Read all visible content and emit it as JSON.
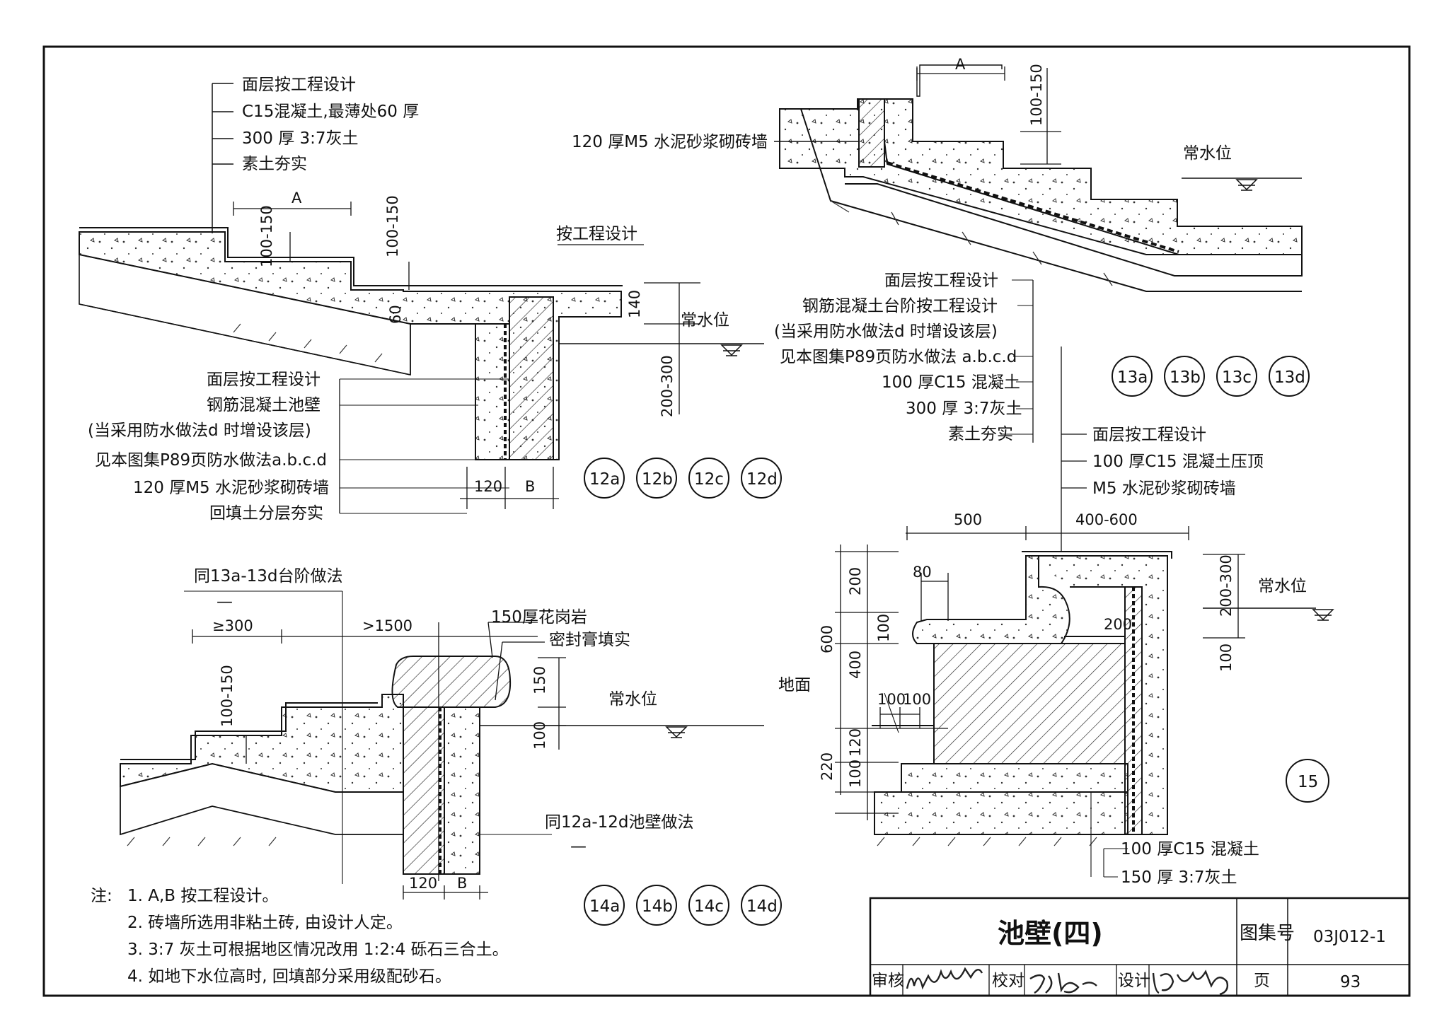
{
  "detail_12": {
    "layers_top": [
      "面层按工程设计",
      "C15混凝土,最薄处60 厚",
      "300 厚 3:7灰土",
      "素土夯实"
    ],
    "dim_A": "A",
    "dim_step_h1": "100-150",
    "dim_step_h2": "100-150",
    "dim_60": "60",
    "coping_note": "按工程设计",
    "dim_140": "140",
    "water_level": "常水位",
    "dim_200_300": "200-300",
    "layers_wall": [
      "面层按工程设计",
      "钢筋混凝土池壁",
      "(当采用防水做法d 时增设该层)",
      "见本图集P89页防水做法a.b.c.d",
      "120 厚M5 水泥砂浆砌砖墙",
      "回填土分层夯实"
    ],
    "dim_120": "120",
    "dim_B": "B",
    "callouts": [
      "12a",
      "12b",
      "12c",
      "12d"
    ]
  },
  "detail_13": {
    "dim_A": "A",
    "dim_100_150": "100-150",
    "brick_wall": "120 厚M5 水泥砂浆砌砖墙",
    "water_level": "常水位",
    "layers": [
      "面层按工程设计",
      "钢筋混凝土台阶按工程设计",
      "(当采用防水做法d 时增设该层)",
      "见本图集P89页防水做法 a.b.c.d",
      "100 厚C15 混凝土",
      "300 厚 3:7灰土",
      "素土夯实"
    ],
    "callouts": [
      "13a",
      "13b",
      "13c",
      "13d"
    ]
  },
  "detail_14": {
    "same_steps": "同13a-13d台阶做法",
    "same_steps_sub": "—",
    "dim_300": "≥300",
    "dim_1500": ">1500",
    "granite": "150厚花岗岩",
    "sealant": "密封膏填实",
    "dim_100_150": "100-150",
    "dim_150": "150",
    "water_level": "常水位",
    "dim_100": "100",
    "same_wall": "同12a-12d池壁做法",
    "same_wall_sub": "—",
    "dim_120": "120",
    "dim_B": "B",
    "callouts": [
      "14a",
      "14b",
      "14c",
      "14d"
    ]
  },
  "detail_15": {
    "layers_top": [
      "面层按工程设计",
      "100 厚C15 混凝土压顶",
      "M5 水泥砂浆砌砖墙"
    ],
    "dim_500": "500",
    "dim_400_600": "400-600",
    "dim_80": "80",
    "dim_200_top": "200",
    "dim_200_300": "200-300",
    "water_level": "常水位",
    "dim_100_r": "100",
    "dim_600": "600",
    "dim_200": "200",
    "dim_100_a": "100",
    "dim_400": "400",
    "ground": "地面",
    "dim_100_b": "100",
    "dim_100_c": "100",
    "dim_220": "220",
    "dim_120": "120",
    "dim_100_d": "100",
    "layers_bottom": [
      "100 厚C15 混凝土",
      "150 厚 3:7灰土"
    ],
    "callout": "15"
  },
  "notes": {
    "prefix": "注:",
    "items": [
      "1. A,B 按工程设计。",
      "2. 砖墙所选用非粘土砖, 由设计人定。",
      "3. 3:7 灰土可根据地区情况改用 1:2:4 砾石三合土。",
      "4. 如地下水位高时, 回填部分采用级配砂石。"
    ]
  },
  "title_block": {
    "title": "池壁(四)",
    "atlas_label": "图集号",
    "atlas_no": "03J012-1",
    "review_label": "审核",
    "check_label": "校对",
    "design_label": "设计",
    "page_label": "页",
    "page_no": "93"
  }
}
